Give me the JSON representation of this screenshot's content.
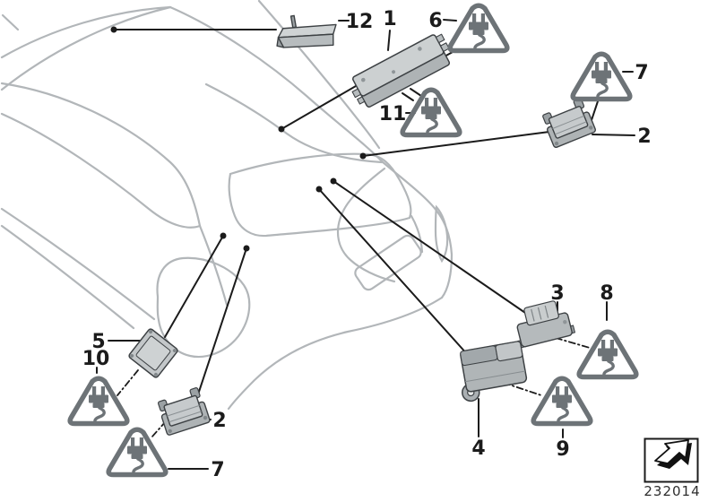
{
  "callouts": {
    "part12": "12",
    "part1": "1",
    "tri6": "6",
    "part11": "11",
    "tri7_right": "7",
    "part2_right": "2",
    "part3": "3",
    "tri8": "8",
    "part4": "4",
    "tri9": "9",
    "part5": "5",
    "tri10": "10",
    "part2_left": "2",
    "tri7_left": "7"
  },
  "footer": {
    "drawing_number": "232014"
  },
  "colors": {
    "car_outline": "#b2b6b9",
    "callout": "#1b1b1b",
    "warning_triangle": "#6d7377",
    "part_fill": "#c6cacc",
    "part_shade": "#9ba1a4",
    "part_stroke": "#3d4144"
  },
  "icons": {
    "warning_triangle": "plug-warning-triangle-icon",
    "logo_arrow": "direction-arrow-icon"
  }
}
